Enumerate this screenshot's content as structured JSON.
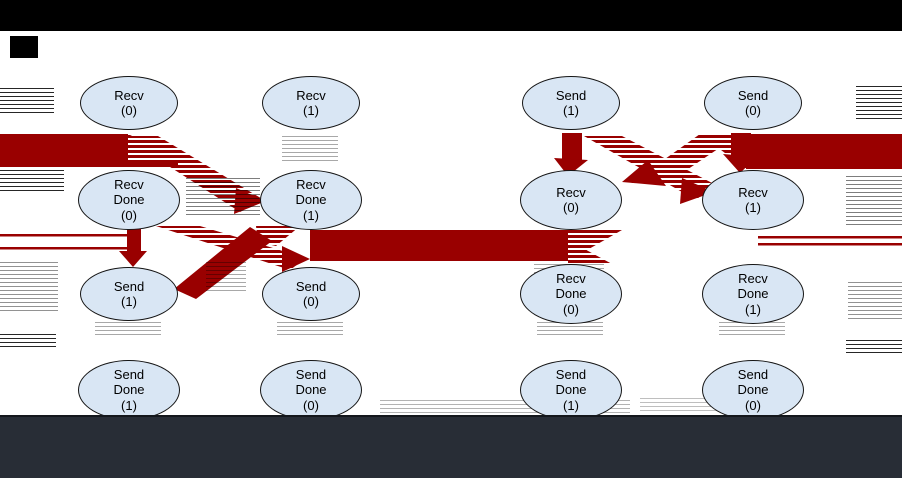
{
  "diagram": {
    "nodes": [
      {
        "id": "recv-0-a",
        "label": "Recv\n(0)"
      },
      {
        "id": "recv-1-a",
        "label": "Recv\n(1)"
      },
      {
        "id": "send-1-b",
        "label": "Send\n(1)"
      },
      {
        "id": "send-0-b",
        "label": "Send\n(0)"
      },
      {
        "id": "recv-done-0-a",
        "label": "Recv\nDone\n(0)"
      },
      {
        "id": "recv-done-1-a",
        "label": "Recv\nDone\n(1)"
      },
      {
        "id": "recv-0-b",
        "label": "Recv\n(0)"
      },
      {
        "id": "recv-1-b",
        "label": "Recv\n(1)"
      },
      {
        "id": "send-1-a",
        "label": "Send\n(1)"
      },
      {
        "id": "send-0-a",
        "label": "Send\n(0)"
      },
      {
        "id": "recv-done-0-b",
        "label": "Recv\nDone\n(0)"
      },
      {
        "id": "recv-done-1-b",
        "label": "Recv\nDone\n(1)"
      },
      {
        "id": "send-done-1-a",
        "label": "Send\nDone\n(1)"
      },
      {
        "id": "send-done-0-a",
        "label": "Send\nDone\n(0)"
      },
      {
        "id": "send-done-1-b",
        "label": "Send\nDone\n(1)"
      },
      {
        "id": "send-done-0-b",
        "label": "Send\nDone\n(0)"
      }
    ],
    "edges": [
      {
        "from": "offscreen-left",
        "to": "recv-done-0-a",
        "style": "thick-red"
      },
      {
        "from": "recv-0-a",
        "to": "recv-done-1-a",
        "style": "thick-red"
      },
      {
        "from": "offscreen-left",
        "to": "send-1-a",
        "style": "thin-red"
      },
      {
        "from": "recv-done-0-a",
        "to": "send-1-a",
        "style": "thick-red"
      },
      {
        "from": "recv-done-0-a",
        "to": "send-0-a",
        "style": "thick-red"
      },
      {
        "from": "recv-done-1-a",
        "to": "send-1-a",
        "style": "thick-red"
      },
      {
        "from": "recv-done-1-a",
        "to": "recv-done-0-b",
        "style": "thick-red"
      },
      {
        "from": "send-1-b",
        "to": "recv-0-b",
        "style": "thick-red"
      },
      {
        "from": "send-1-b",
        "to": "recv-1-b",
        "style": "thick-red"
      },
      {
        "from": "send-0-b",
        "to": "recv-0-b",
        "style": "thick-red"
      },
      {
        "from": "send-0-b",
        "to": "recv-1-b",
        "style": "thick-red"
      },
      {
        "from": "send-0-b",
        "to": "offscreen-right",
        "style": "thick-red"
      },
      {
        "from": "recv-1-b",
        "to": "offscreen-right",
        "style": "thin-red"
      }
    ]
  },
  "colors": {
    "edge_red": "#990000",
    "node_fill": "#d9e6f4",
    "node_border": "#151515",
    "top_bar": "#000000",
    "bottom_band": "#282d36",
    "background": "#ffffff"
  }
}
